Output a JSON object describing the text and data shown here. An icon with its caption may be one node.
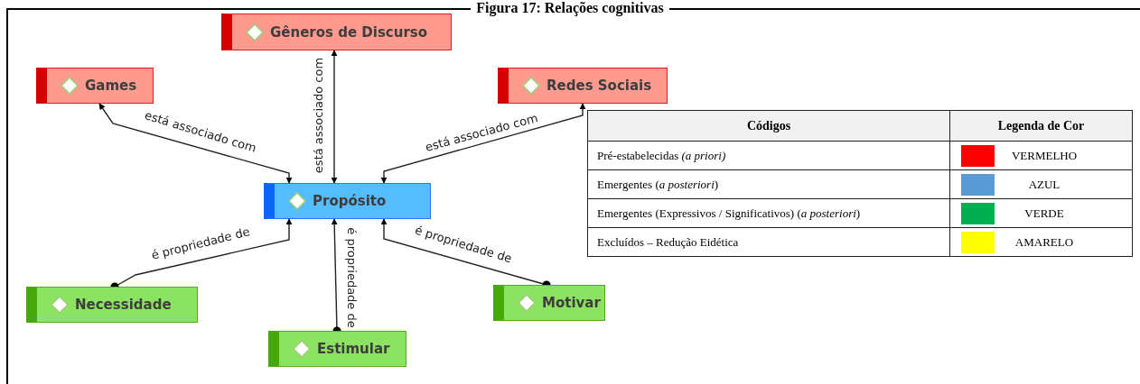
{
  "diagram": {
    "title": "Figura 17: Relações cognitivas",
    "nodes": [
      {
        "text": [
          "Gêneros de Discurso"
        ]
      },
      {
        "text": [
          "Games"
        ]
      },
      {
        "text": [
          "Redes Sociais"
        ]
      },
      {
        "text": [
          "Propósito"
        ]
      },
      {
        "text": [
          "Necessidade"
        ]
      },
      {
        "text": [
          "Estimular"
        ]
      },
      {
        "text": [
          "Motivar"
        ]
      }
    ],
    "edges": [
      {
        "from": 3,
        "to": 1,
        "arrow": "both",
        "label": "está associado com"
      },
      {
        "from": 3,
        "to": 0,
        "arrow": "both",
        "label": "está associado com"
      },
      {
        "from": 3,
        "to": 2,
        "arrow": "both",
        "label": "está associado com"
      },
      {
        "from": 4,
        "to": 3,
        "arrow": "to",
        "label": "é propriedade de"
      },
      {
        "from": 5,
        "to": 3,
        "arrow": "to",
        "label": "é propriedade de"
      },
      {
        "from": 6,
        "to": 3,
        "arrow": "to",
        "label": "é propriedade de"
      }
    ],
    "labels": [
      "Códigos",
      "Legenda de Cor",
      "Pré-estabelecidas *(a priori)*",
      "Emergentes (*a posteriori*)",
      "Emergentes (Expressivos / Significativos) (*a posteriori*)",
      "Excluídos – Redução Eidética"
    ],
    "legend": [
      {
        "text": "VERMELHO",
        "color": "#ff0000"
      },
      {
        "text": "AZUL",
        "color": "#5b9bd5"
      },
      {
        "text": "VERDE",
        "color": "#00b050"
      },
      {
        "text": "AMARELO",
        "color": "#ffff00"
      }
    ]
  }
}
